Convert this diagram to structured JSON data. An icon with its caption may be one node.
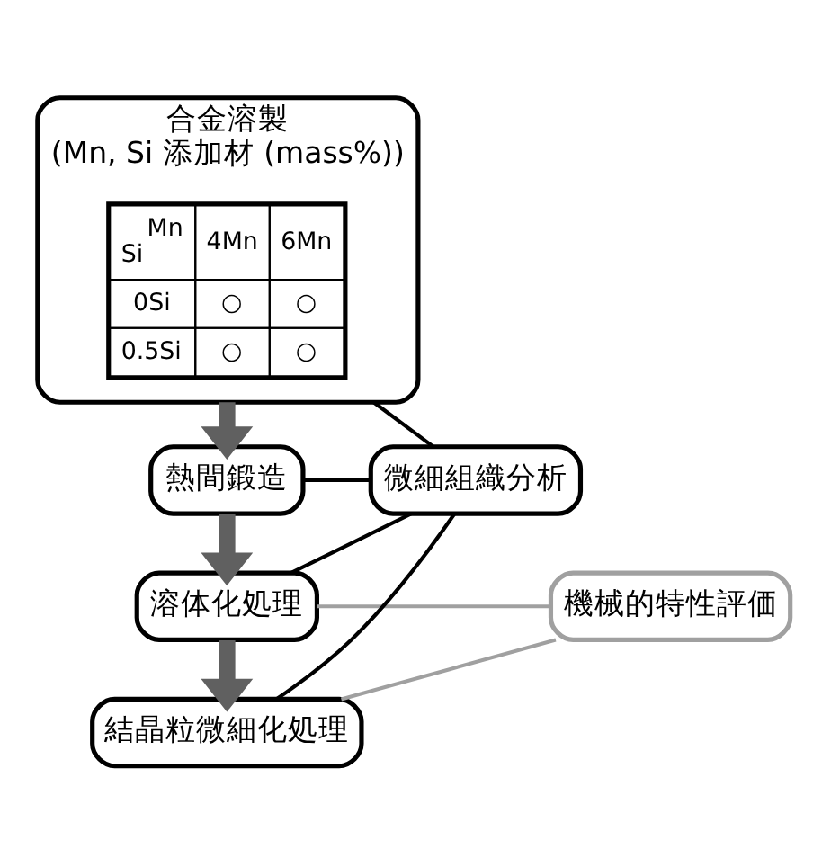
{
  "diagram": {
    "nodes": [
      {
        "text": [
          "合金溶製",
          "(Mn, Si 添加材 (mass%))"
        ]
      },
      {
        "text": [
          "熱間鍛造"
        ]
      },
      {
        "text": [
          "溶体化処理"
        ]
      },
      {
        "text": [
          "結晶粒微細化処理"
        ]
      },
      {
        "text": [
          "微細組織分析"
        ]
      },
      {
        "text": [
          "機械的特性評価"
        ]
      }
    ],
    "edges": [
      {
        "from": 0,
        "to": 1,
        "arrow": "to",
        "style": "thick",
        "color": "#606060"
      },
      {
        "from": 1,
        "to": 2,
        "arrow": "to",
        "style": "thick",
        "color": "#606060"
      },
      {
        "from": 2,
        "to": 3,
        "arrow": "to",
        "style": "thick",
        "color": "#606060"
      },
      {
        "from": 0,
        "to": 4,
        "arrow": "none"
      },
      {
        "from": 1,
        "to": 4,
        "arrow": "none"
      },
      {
        "from": 2,
        "to": 4,
        "arrow": "none"
      },
      {
        "from": 3,
        "to": 4,
        "arrow": "none"
      },
      {
        "from": 2,
        "to": 5,
        "arrow": "none",
        "color": "#a0a0a0"
      },
      {
        "from": 3,
        "to": 5,
        "arrow": "none",
        "color": "#a0a0a0"
      }
    ],
    "labels": [
      "Mn",
      "Si",
      "4Mn",
      "6Mn",
      "0Si",
      "○",
      "○",
      "0.5Si",
      "○",
      "○"
    ]
  }
}
